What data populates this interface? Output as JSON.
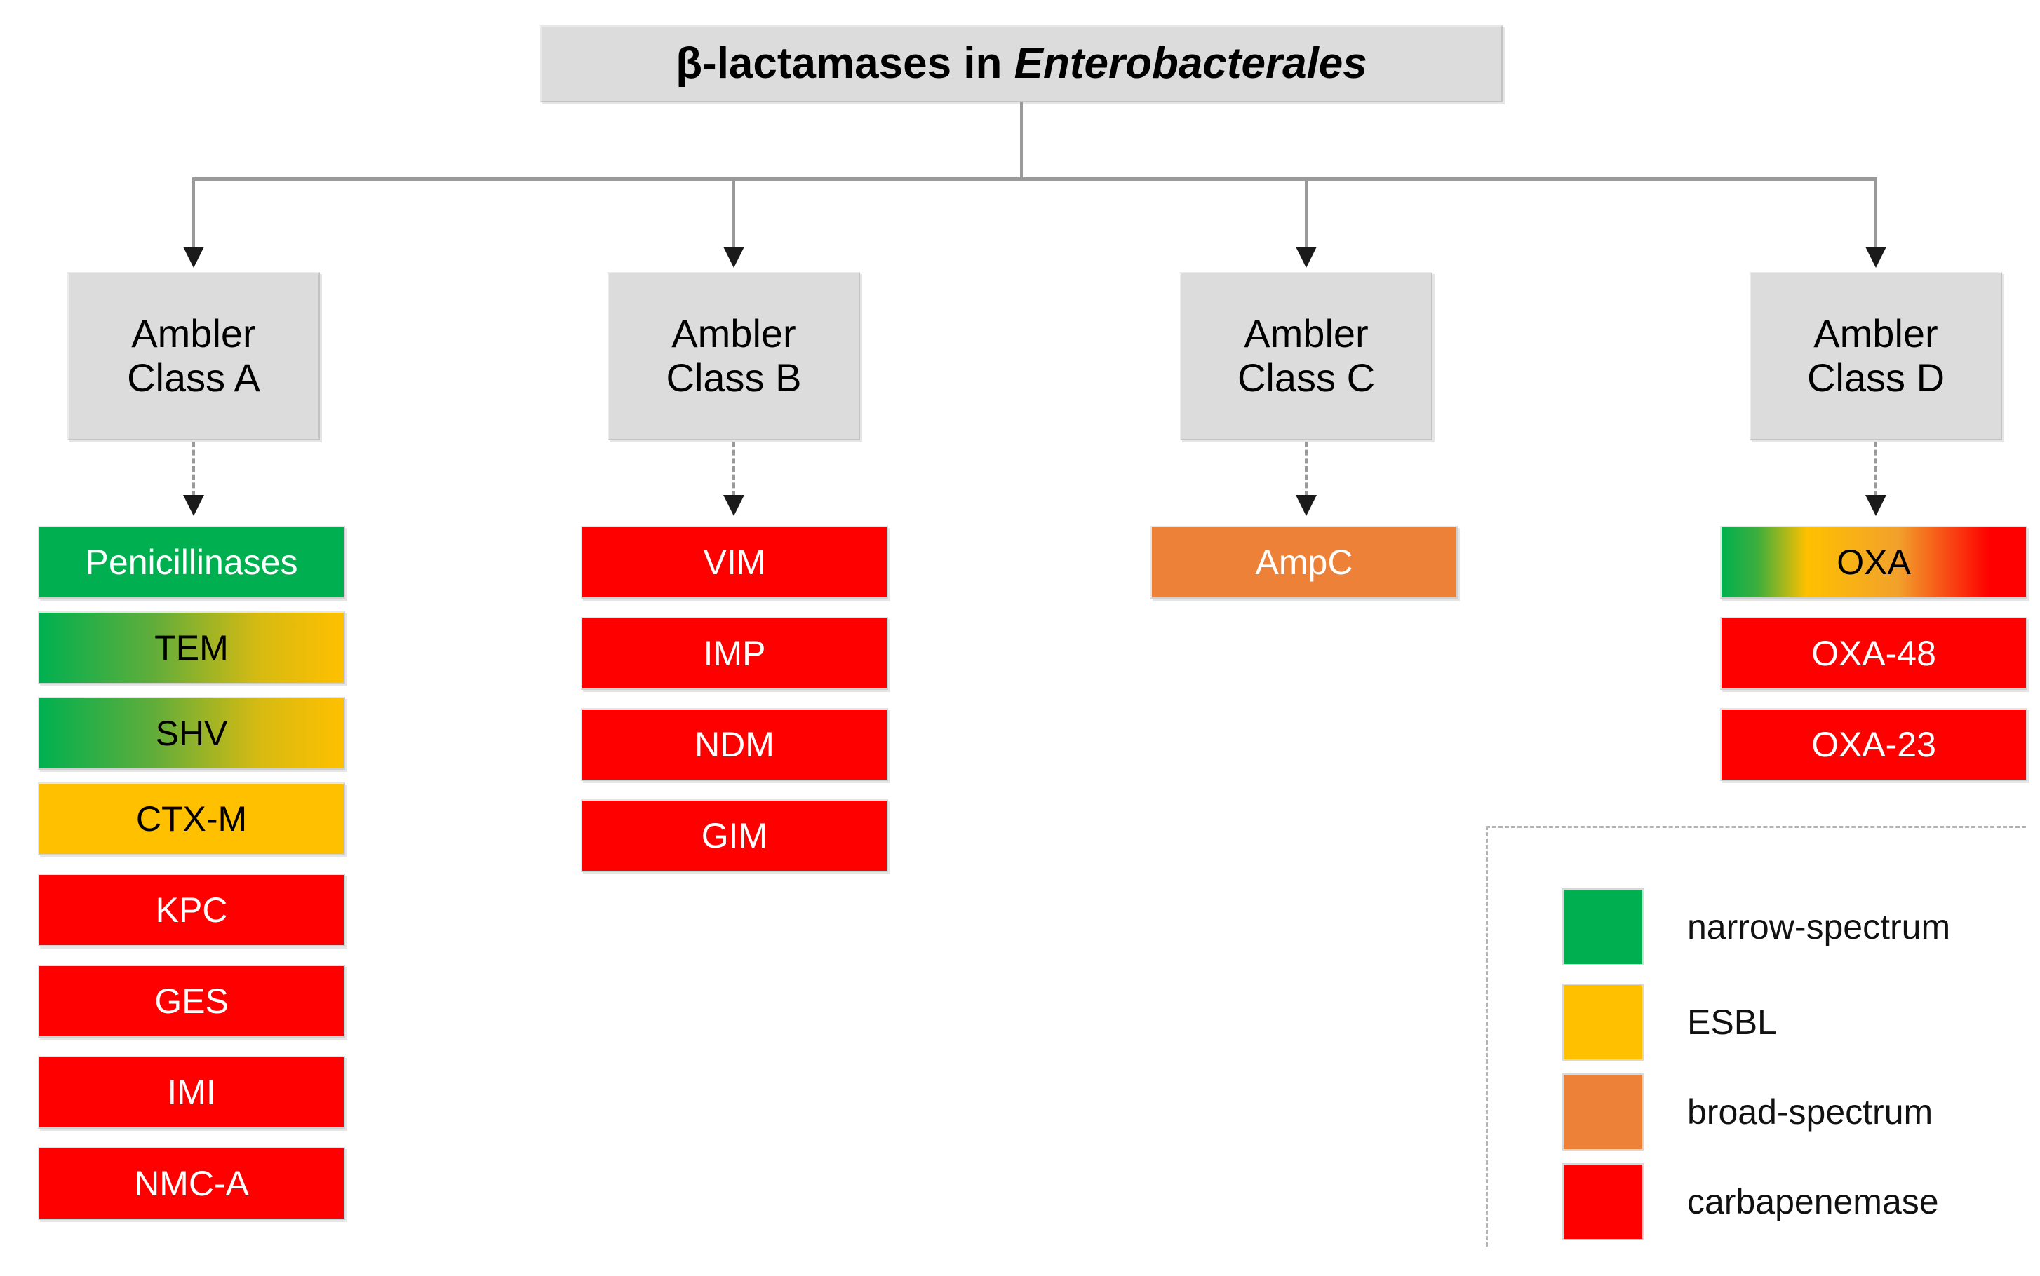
{
  "title": {
    "prefix": "β-lactamases in ",
    "species": "Enterobacterales",
    "full": "β-lactamases in Enterobacterales"
  },
  "colors": {
    "narrow_spectrum": "#00b050",
    "esbl": "#ffc000",
    "broad_spectrum": "#ed8138",
    "carbapenemase": "#fe0000",
    "box_fill": "#dcdcdc",
    "connector": "#9a9a9a",
    "arrowhead": "#1a1a1a"
  },
  "classes": [
    {
      "id": "class-a",
      "line1": "Ambler",
      "line2": "Class A",
      "label": "Ambler Class A",
      "items": [
        {
          "label": "Penicillinases",
          "fill": "narrow-spectrum",
          "text_color": "#ffffff"
        },
        {
          "label": "TEM",
          "fill": "green-to-yellow",
          "text_color": "#000000"
        },
        {
          "label": "SHV",
          "fill": "green-to-yellow",
          "text_color": "#000000"
        },
        {
          "label": "CTX-M",
          "fill": "esbl",
          "text_color": "#000000"
        },
        {
          "label": "KPC",
          "fill": "carbapenemase",
          "text_color": "#ffffff"
        },
        {
          "label": "GES",
          "fill": "carbapenemase",
          "text_color": "#ffffff"
        },
        {
          "label": "IMI",
          "fill": "carbapenemase",
          "text_color": "#ffffff"
        },
        {
          "label": "NMC-A",
          "fill": "carbapenemase",
          "text_color": "#ffffff"
        }
      ]
    },
    {
      "id": "class-b",
      "line1": "Ambler",
      "line2": "Class B",
      "label": "Ambler Class B",
      "items": [
        {
          "label": "VIM",
          "fill": "carbapenemase",
          "text_color": "#ffffff"
        },
        {
          "label": "IMP",
          "fill": "carbapenemase",
          "text_color": "#ffffff"
        },
        {
          "label": "NDM",
          "fill": "carbapenemase",
          "text_color": "#ffffff"
        },
        {
          "label": "GIM",
          "fill": "carbapenemase",
          "text_color": "#ffffff"
        }
      ]
    },
    {
      "id": "class-c",
      "line1": "Ambler",
      "line2": "Class C",
      "label": "Ambler Class C",
      "items": [
        {
          "label": "AmpC",
          "fill": "broad-spectrum",
          "text_color": "#ffffff"
        }
      ]
    },
    {
      "id": "class-d",
      "line1": "Ambler",
      "line2": "Class D",
      "label": "Ambler Class D",
      "items": [
        {
          "label": "OXA",
          "fill": "green-yellow-red",
          "text_color": "#000000"
        },
        {
          "label": "OXA-48",
          "fill": "carbapenemase",
          "text_color": "#ffffff"
        },
        {
          "label": "OXA-23",
          "fill": "carbapenemase",
          "text_color": "#ffffff"
        }
      ]
    }
  ],
  "legend": {
    "entries": [
      {
        "label": "narrow-spectrum",
        "color": "#00b050"
      },
      {
        "label": "ESBL",
        "color": "#ffc000"
      },
      {
        "label": "broad-spectrum",
        "color": "#ed8138"
      },
      {
        "label": "carbapenemase",
        "color": "#fe0000"
      }
    ]
  }
}
